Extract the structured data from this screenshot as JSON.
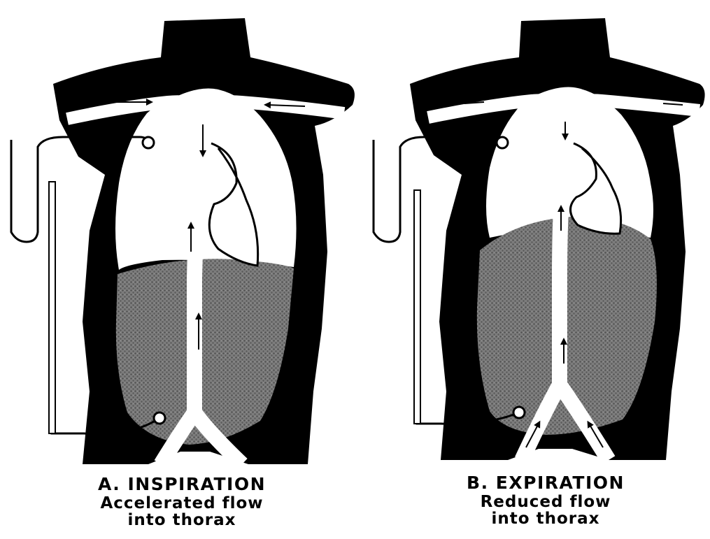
{
  "panels": [
    {
      "title": "A. INSPIRATION",
      "subtitle_line1": "Accelerated flow",
      "subtitle_line2": "into thorax"
    },
    {
      "title": "B. EXPIRATION",
      "subtitle_line1": "Reduced flow",
      "subtitle_line2": "into thorax"
    }
  ]
}
